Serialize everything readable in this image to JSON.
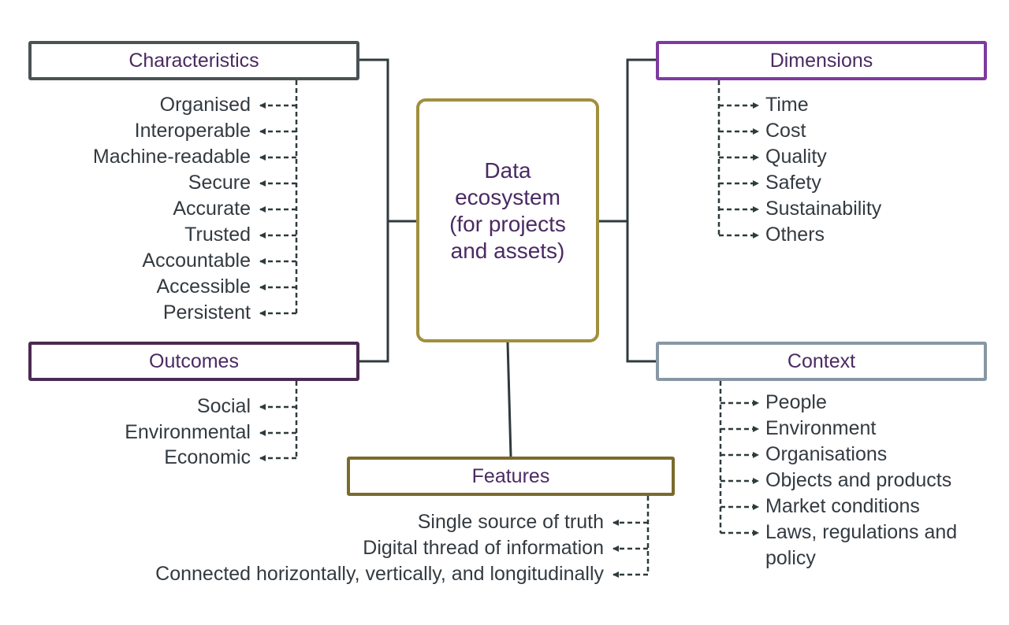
{
  "colors": {
    "connector": "#2f3a3d",
    "item_text": "#333a40",
    "title_text": "#4b2a63",
    "characteristics_border": "#4a5254",
    "outcomes_border": "#4b2a52",
    "dimensions_border": "#7e3aa0",
    "context_border": "#8897a4",
    "features_border": "#7b6a2c",
    "center_border": "#a08f3e"
  },
  "center": {
    "lines": [
      "Data",
      "ecosystem",
      "(for projects",
      "and assets)"
    ]
  },
  "characteristics": {
    "title": "Characteristics",
    "items": [
      "Organised",
      "Interoperable",
      "Machine-readable",
      "Secure",
      "Accurate",
      "Trusted",
      "Accountable",
      "Accessible",
      "Persistent"
    ]
  },
  "outcomes": {
    "title": "Outcomes",
    "items": [
      "Social",
      "Environmental",
      "Economic"
    ]
  },
  "dimensions": {
    "title": "Dimensions",
    "items": [
      "Time",
      "Cost",
      "Quality",
      "Safety",
      "Sustainability",
      "Others"
    ]
  },
  "context": {
    "title": "Context",
    "items": [
      "People",
      "Environment",
      "Organisations",
      "Objects and products",
      "Market conditions",
      "Laws, regulations and",
      "policy"
    ]
  },
  "features": {
    "title": "Features",
    "items": [
      "Single source of truth",
      "Digital thread of information",
      "Connected horizontally, vertically, and longitudinally"
    ]
  }
}
